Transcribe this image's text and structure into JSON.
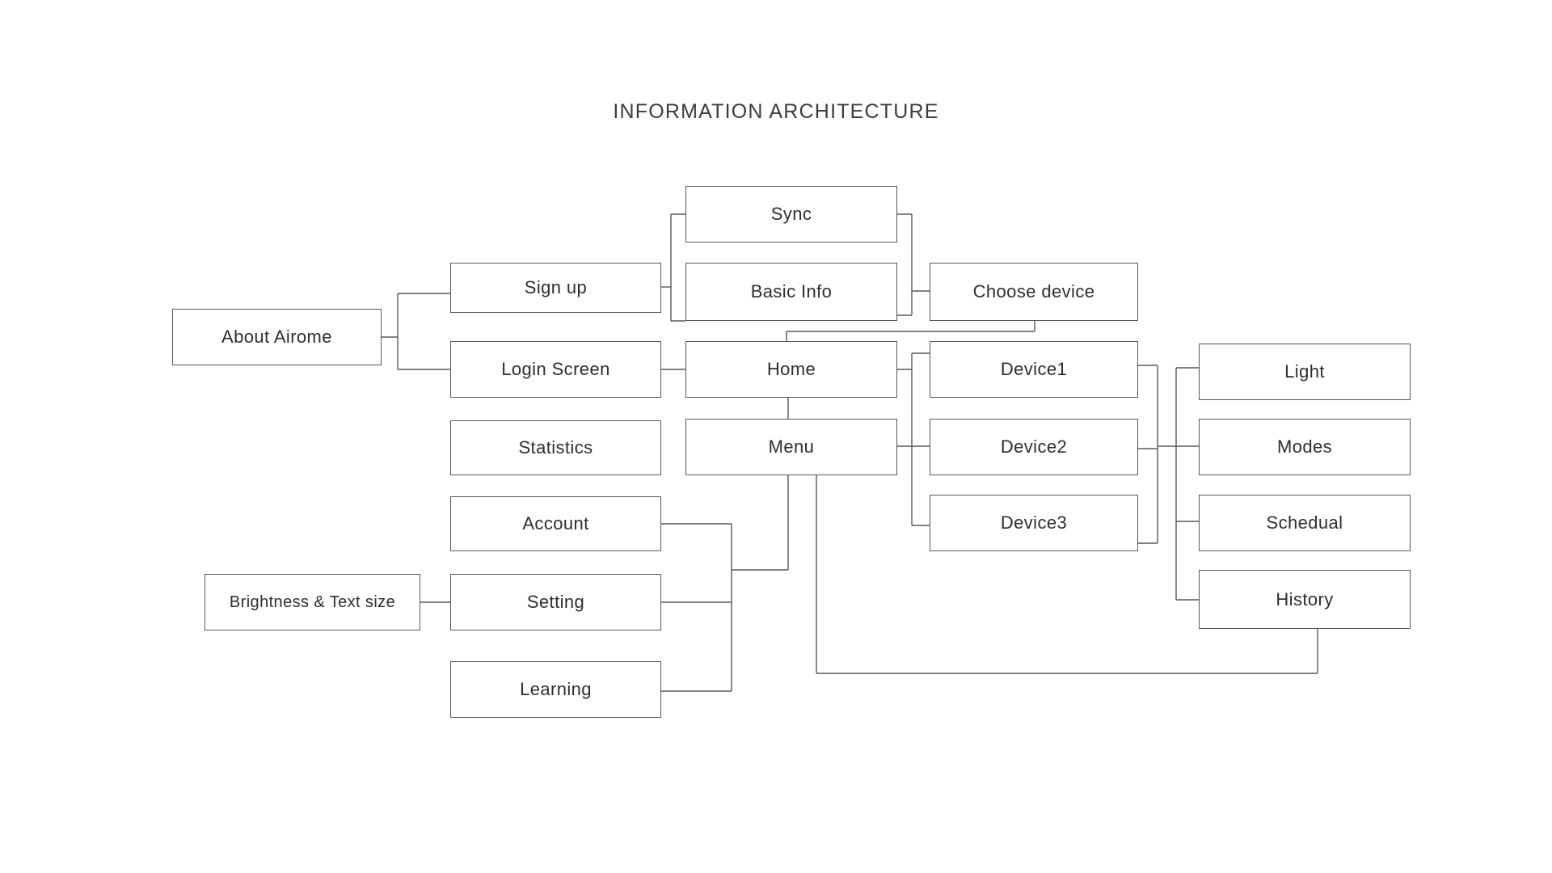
{
  "page": {
    "title": "INFORMATION ARCHITECTURE",
    "background_color": "#ffffff",
    "line_color": "#58585c",
    "text_color": "#2e2e32"
  },
  "nodes": {
    "about_airome": {
      "label": "About Airome"
    },
    "sign_up": {
      "label": "Sign up"
    },
    "login_screen": {
      "label": "Login Screen"
    },
    "statistics": {
      "label": "Statistics"
    },
    "account": {
      "label": "Account"
    },
    "setting": {
      "label": "Setting"
    },
    "learning": {
      "label": "Learning"
    },
    "brightness_text_size": {
      "label": "Brightness & Text size"
    },
    "sync": {
      "label": "Sync"
    },
    "basic_info": {
      "label": "Basic Info"
    },
    "choose_device": {
      "label": "Choose device"
    },
    "home": {
      "label": "Home"
    },
    "menu": {
      "label": "Menu"
    },
    "device1": {
      "label": "Device1"
    },
    "device2": {
      "label": "Device2"
    },
    "device3": {
      "label": "Device3"
    },
    "light": {
      "label": "Light"
    },
    "modes": {
      "label": "Modes"
    },
    "schedual": {
      "label": "Schedual"
    },
    "history": {
      "label": "History"
    }
  },
  "connections": [
    {
      "from": "about_airome",
      "to": "sign_up"
    },
    {
      "from": "about_airome",
      "to": "login_screen"
    },
    {
      "from": "sign_up",
      "to": "sync"
    },
    {
      "from": "sign_up",
      "to": "basic_info"
    },
    {
      "from": "sync",
      "to": "choose_device"
    },
    {
      "from": "basic_info",
      "to": "choose_device"
    },
    {
      "from": "choose_device",
      "to": "home"
    },
    {
      "from": "login_screen",
      "to": "home"
    },
    {
      "from": "home",
      "to": "menu"
    },
    {
      "from": "home",
      "to": "device1"
    },
    {
      "from": "home",
      "to": "device2"
    },
    {
      "from": "home",
      "to": "device3"
    },
    {
      "from": "menu",
      "to": "device1"
    },
    {
      "from": "menu",
      "to": "account"
    },
    {
      "from": "menu",
      "to": "setting"
    },
    {
      "from": "menu",
      "to": "learning"
    },
    {
      "from": "menu",
      "to": "history"
    },
    {
      "from": "brightness_text_size",
      "to": "setting"
    },
    {
      "from": "device1",
      "to": "light"
    },
    {
      "from": "device2",
      "to": "modes"
    },
    {
      "from": "device3",
      "to": "schedual"
    },
    {
      "from": "device3",
      "to": "history"
    }
  ]
}
